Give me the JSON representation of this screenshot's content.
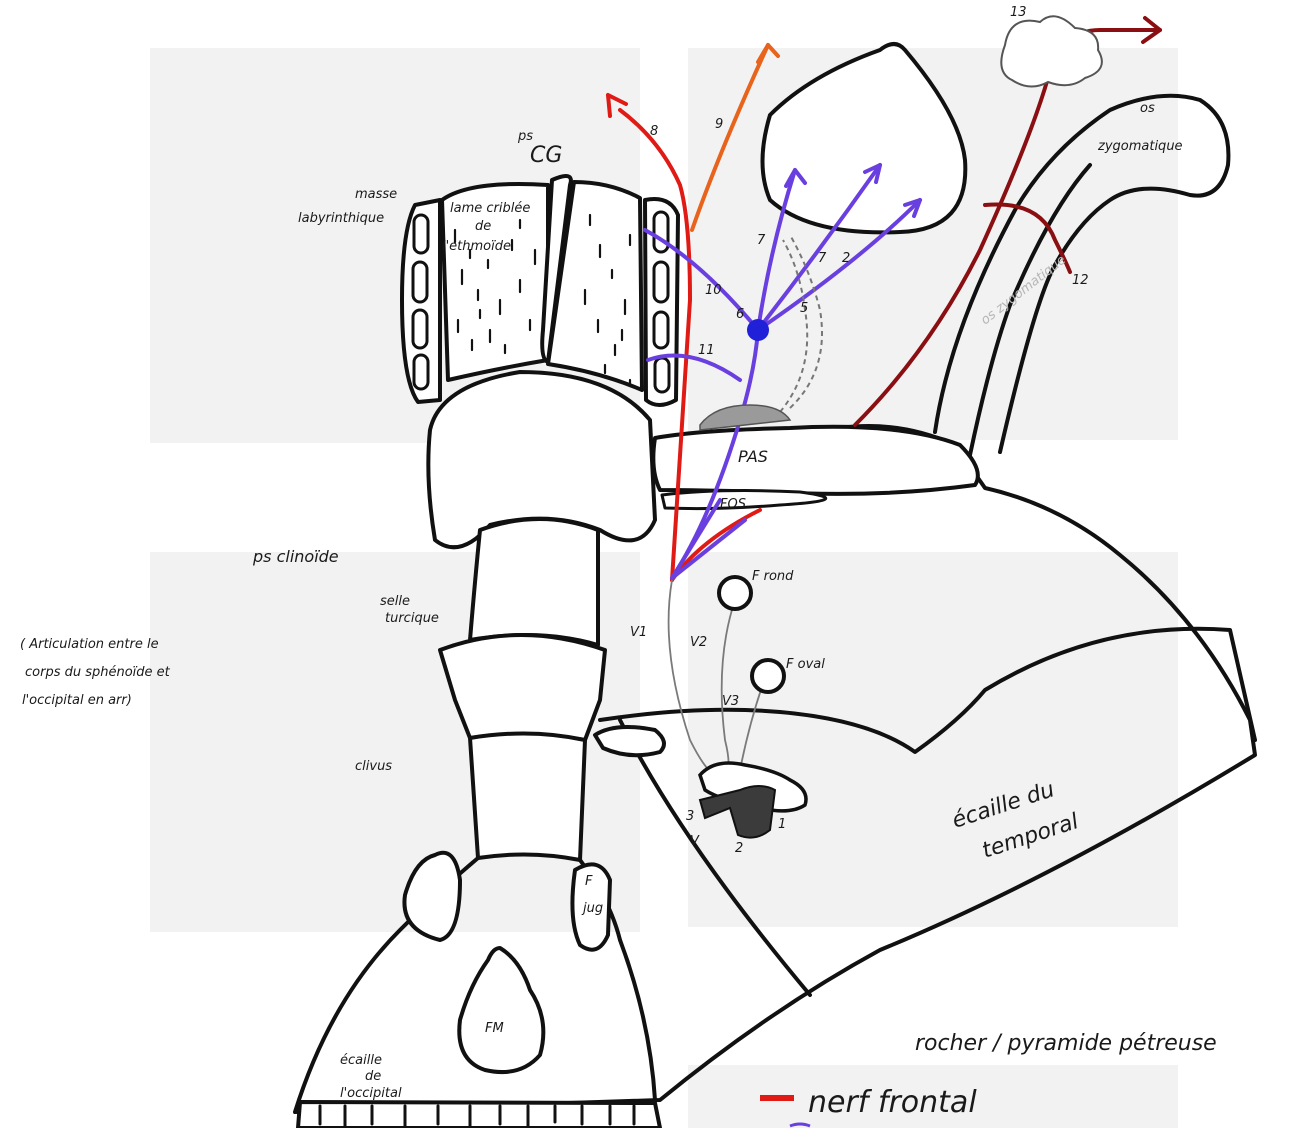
{
  "colors": {
    "paper": "#ffffff",
    "gray_panel": "#f1f1f1",
    "ink": "#111111",
    "nerf_frontal": "#e01a14",
    "nerf_lacrymal_orange": "#e8631c",
    "nerf_nasociliaire": "#6a3fe0",
    "ganglion": "#2020d8",
    "nerf_zygomatique": "#8a0f12",
    "pencil": "#8c8c8c"
  },
  "labels": {
    "ps_cg_prefix": "ps",
    "ps_cg": "CG",
    "masse_labyrinthique_1": "masse",
    "masse_labyrinthique_2": "labyrinthique",
    "lame_criblee_1": "lame criblée",
    "lame_criblee_2": "de",
    "lame_criblee_3": "l'ethmoïde",
    "ps_clinoide": "ps clinoïde",
    "selle_turcique_1": "selle",
    "selle_turcique_2": "turcique",
    "articulation_1": "( Articulation entre le",
    "articulation_2": "corps du sphénoïde et",
    "articulation_3": "l'occipital en arr)",
    "clivus": "clivus",
    "f_jug_1": "F",
    "f_jug_2": "jug",
    "fm": "FM",
    "ecaille_occipital_1": "écaille",
    "ecaille_occipital_2": "de",
    "ecaille_occipital_3": "l'occipital",
    "pas": "PAS",
    "fos": "FOS",
    "f_rond": "F rond",
    "f_oval": "F oval",
    "v1": "V1",
    "v2": "V2",
    "v3": "V3",
    "v": "V",
    "gg_1": "1",
    "gg_2": "2",
    "gg_3": "3",
    "ecaille_temporal_1": "écaille du",
    "ecaille_temporal_2": "temporal",
    "rocher": "rocher / pyramide pétreuse",
    "os_zygomatique_1": "os",
    "os_zygomatique_2": "zygomatique",
    "os_zygomatique_faint": "os zygomatique",
    "legend_nerf_frontal": "nerf frontal"
  },
  "numbers": {
    "n2": "2",
    "n5": "5",
    "n6": "6",
    "n7a": "7",
    "n7b": "7",
    "n8": "8",
    "n9": "9",
    "n10": "10",
    "n11": "11",
    "n12": "12",
    "n13": "13"
  }
}
